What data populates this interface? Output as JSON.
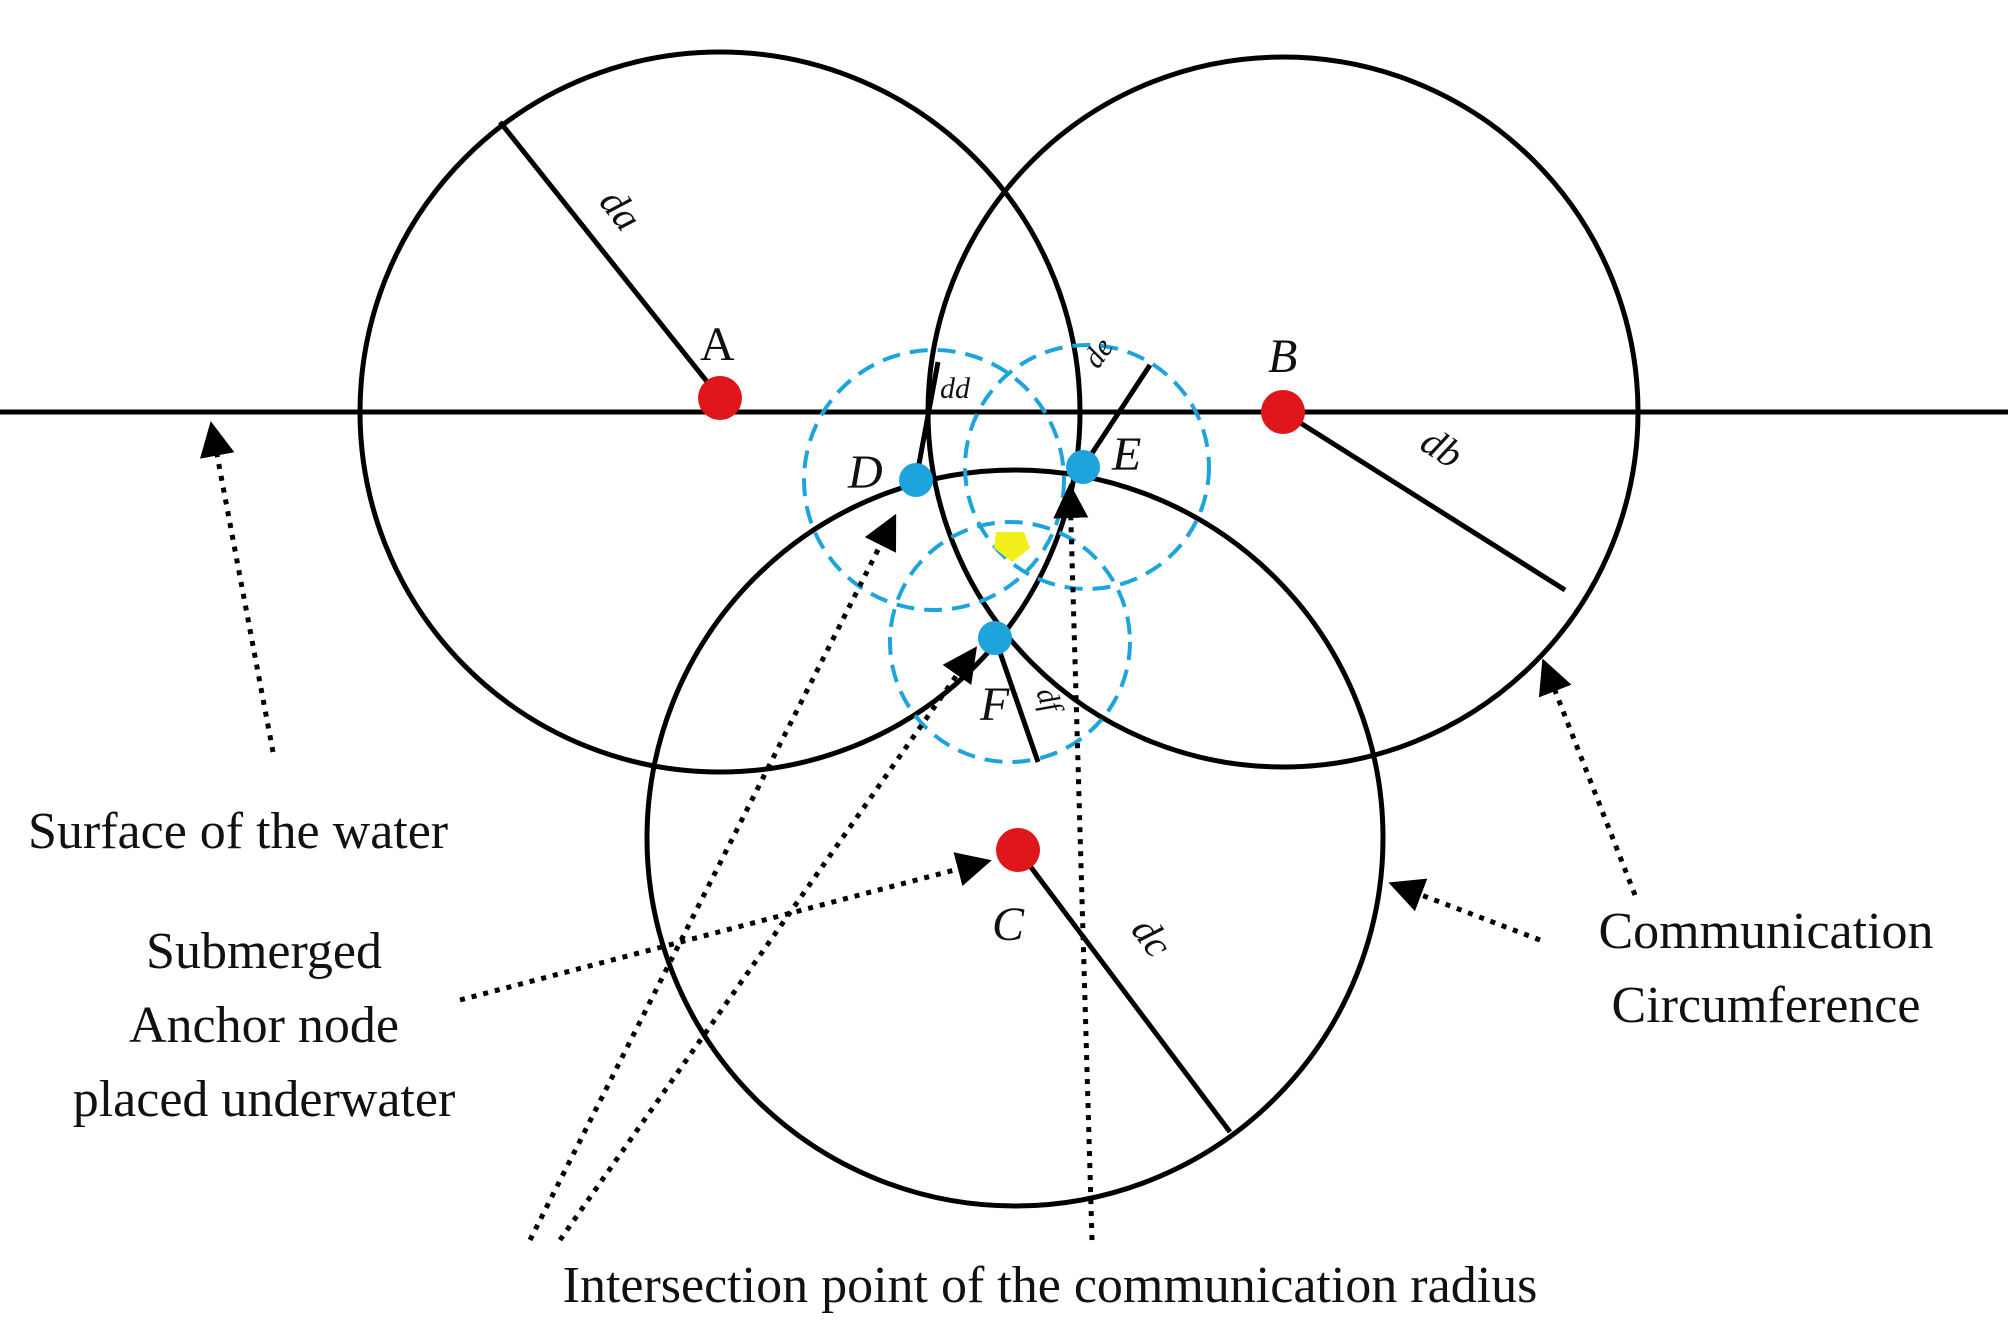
{
  "diagram": {
    "surface_label": "Surface of the water",
    "anchor_label_lines": [
      "Submerged",
      "Anchor node",
      "placed underwater"
    ],
    "circumference_label_lines": [
      "Communication",
      "Circumference"
    ],
    "intersection_label": "Intersection point of the communication radius",
    "nodes": {
      "a": "A",
      "b": "B",
      "c": "C",
      "d": "D",
      "e": "E",
      "f": "F"
    },
    "radii": {
      "da": "da",
      "db": "db",
      "dc": "dc",
      "dd": "dd",
      "de": "de",
      "df": "df"
    },
    "colors": {
      "anchor_node": "#e0161d",
      "intersection_node": "#1ea4dd",
      "estimated_position": "#f2ef1a",
      "range_circle": "#1ea4dd",
      "line": "#000000"
    }
  }
}
